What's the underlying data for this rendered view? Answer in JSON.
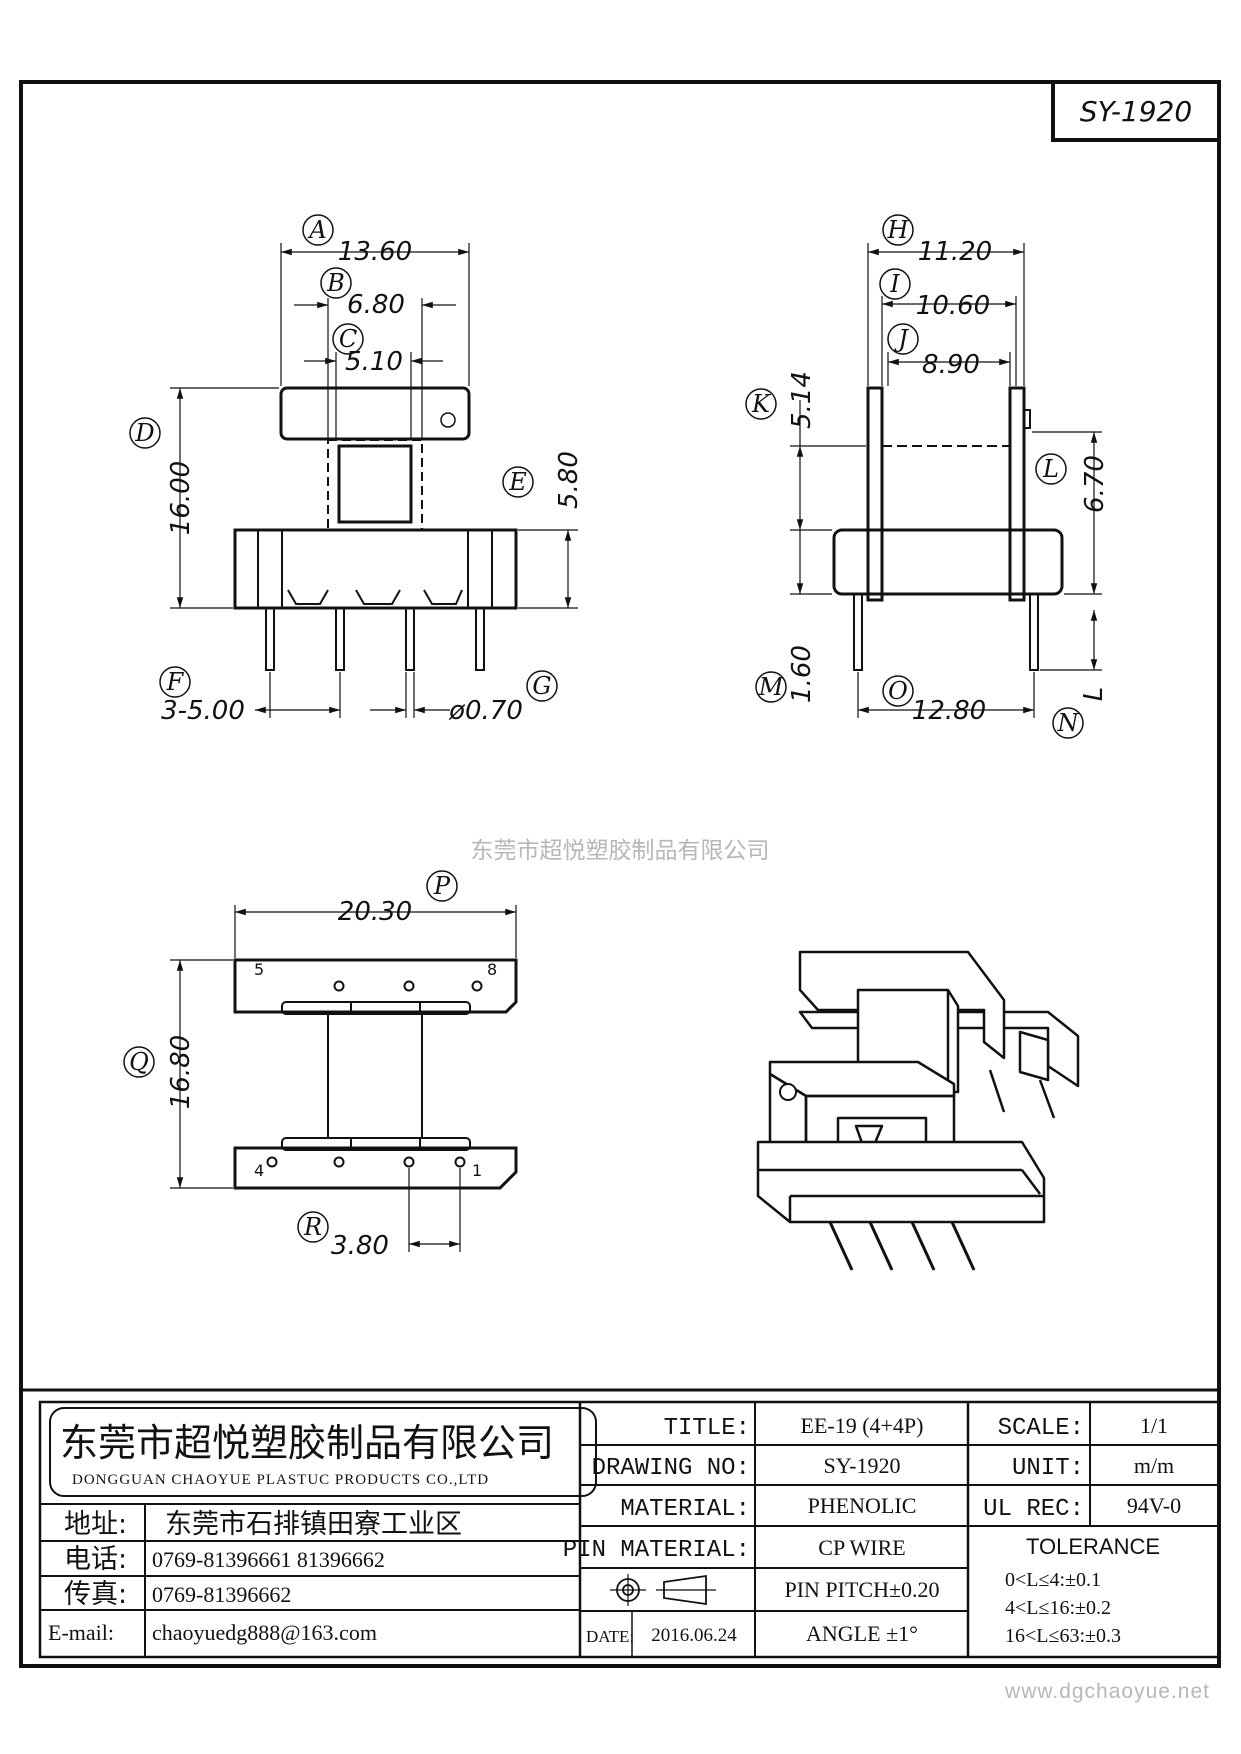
{
  "drawing_number_box": "SY-1920",
  "watermark": "东莞市超悦塑胶制品有限公司",
  "website": "www.dgchaoyue.net",
  "front_view": {
    "dims": [
      {
        "tag": "A",
        "value": "13.60"
      },
      {
        "tag": "B",
        "value": "6.80"
      },
      {
        "tag": "C",
        "value": "5.10"
      },
      {
        "tag": "D",
        "value": "16.00"
      },
      {
        "tag": "E",
        "value": "5.80"
      },
      {
        "tag": "F",
        "value": "3-5.00"
      },
      {
        "tag": "G",
        "value": "ø0.70"
      }
    ]
  },
  "side_view": {
    "dims": [
      {
        "tag": "H",
        "value": "11.20"
      },
      {
        "tag": "I",
        "value": "10.60"
      },
      {
        "tag": "J",
        "value": "8.90"
      },
      {
        "tag": "K",
        "value": "5.14"
      },
      {
        "tag": "L",
        "value": "6.70"
      },
      {
        "tag": "M",
        "value": "1.60"
      },
      {
        "tag": "N",
        "value": "L"
      },
      {
        "tag": "O",
        "value": "12.80"
      }
    ]
  },
  "bottom_view": {
    "dims": [
      {
        "tag": "P",
        "value": "20.30"
      },
      {
        "tag": "Q",
        "value": "16.80"
      },
      {
        "tag": "R",
        "value": "3.80"
      }
    ],
    "pin_numbers": [
      "5",
      "8",
      "4",
      "1"
    ]
  },
  "title_block": {
    "company_cn": "东莞市超悦塑胶制品有限公司",
    "company_en": "DONGGUAN CHAOYUE PLASTUC PRODUCTS CO.,LTD",
    "address_label": "地址:",
    "address": "东莞市石排镇田寮工业区",
    "phone_label": "电话:",
    "phone": "0769-81396661   81396662",
    "fax_label": "传真:",
    "fax": "0769-81396662",
    "email_label": "E-mail:",
    "email": "chaoyuedg888@163.com",
    "title_label": "TITLE:",
    "title_value": "EE-19 (4+4P)",
    "drawing_no_label": "DRAWING NO:",
    "drawing_no_value": "SY-1920",
    "material_label": "MATERIAL:",
    "material_value": "PHENOLIC",
    "pin_material_label": "PIN MATERIAL:",
    "pin_material_value": "CP WIRE",
    "pin_pitch": "PIN PITCH±0.20",
    "date_label": "DATE:",
    "date_value": "2016.06.24",
    "angle": "ANGLE  ±1°",
    "scale_label": "SCALE:",
    "scale_value": "1/1",
    "unit_label": "UNIT:",
    "unit_value": "m/m",
    "ul_rec_label": "UL REC:",
    "ul_rec_value": "94V-0",
    "tolerance_label": "TOLERANCE",
    "tolerance_rows": [
      "0<L≤4:±0.1",
      "4<L≤16:±0.2",
      "16<L≤63:±0.3"
    ]
  }
}
